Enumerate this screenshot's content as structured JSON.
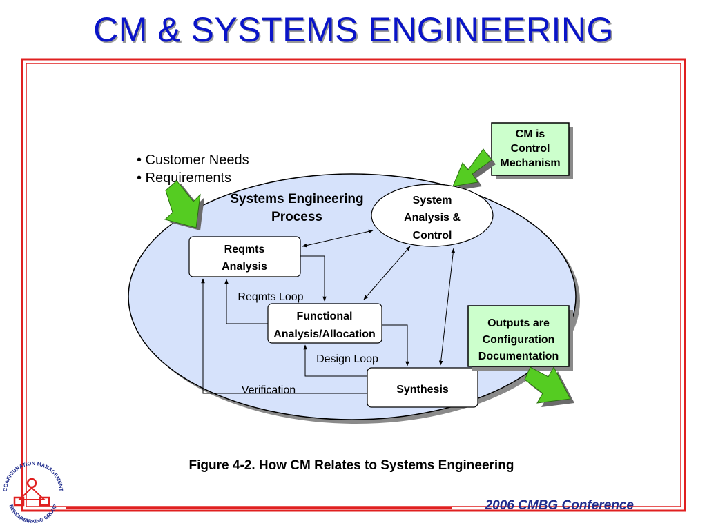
{
  "slide": {
    "title": "CM & SYSTEMS ENGINEERING",
    "caption": "Figure 4-2.  How CM Relates to Systems Engineering",
    "footer": "2006 CMBG Conference",
    "logo_text_top": "CONFIGURATION MANAGEMENT",
    "logo_text_bottom": "BENCHMARKING GROUP"
  },
  "diagram": {
    "inputs": [
      "• Customer Needs",
      "• Requirements"
    ],
    "process_title": [
      "Systems Engineering",
      "Process"
    ],
    "nodes": {
      "reqmts_analysis": [
        "Reqmts",
        "Analysis"
      ],
      "functional": [
        "Functional",
        "Analysis/Allocation"
      ],
      "synthesis": "Synthesis",
      "system_analysis": [
        "System",
        "Analysis &",
        "Control"
      ]
    },
    "callouts": {
      "cm_control": [
        "CM is",
        "Control",
        "Mechanism"
      ],
      "outputs": [
        "Outputs are",
        "Configuration",
        "Documentation"
      ]
    },
    "loops": {
      "reqmts": "Reqmts Loop",
      "design": "Design Loop",
      "verification": "Verification"
    }
  },
  "colors": {
    "title": "#0a14c8",
    "frame": "#e02020",
    "ellipse_fill": "#d6e2fb",
    "callout_fill": "#ccffcc",
    "arrow_green": "#55cc22",
    "footer": "#1f2c8c"
  }
}
